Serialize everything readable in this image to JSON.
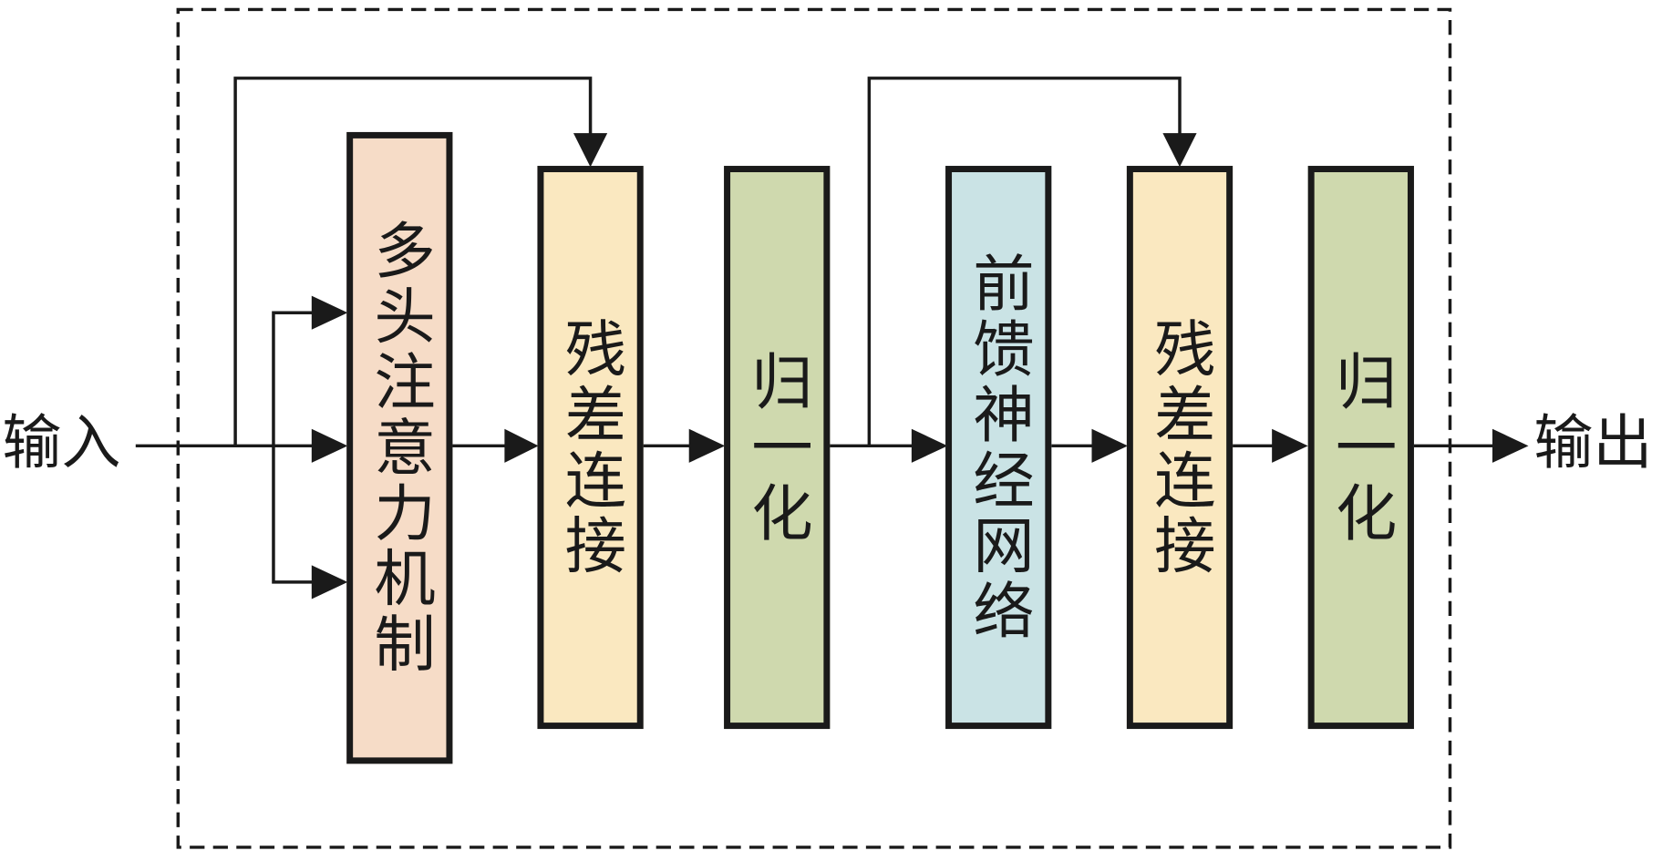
{
  "diagram": {
    "title": "Transformer encoder layer",
    "input_label": "输入",
    "output_label": "输出",
    "colors": {
      "attention": "#f6dcc7",
      "residual": "#fae8c0",
      "norm": "#cfd9ae",
      "ffn": "#cae3e5",
      "stroke": "#1a1a1a"
    },
    "blocks": [
      {
        "id": "mha",
        "label": "多头注意力机制",
        "kind": "attention"
      },
      {
        "id": "add1",
        "label": "残差连接",
        "kind": "residual"
      },
      {
        "id": "norm1",
        "label": "归一化",
        "kind": "norm"
      },
      {
        "id": "ffn",
        "label": "前馈神经网络",
        "kind": "ffn"
      },
      {
        "id": "add2",
        "label": "残差连接",
        "kind": "residual"
      },
      {
        "id": "norm2",
        "label": "归一化",
        "kind": "norm"
      }
    ],
    "connections": [
      {
        "from": "input",
        "to": "mha",
        "note": "three parallel inputs (Q, K, V)"
      },
      {
        "from": "mha",
        "to": "add1"
      },
      {
        "from": "input",
        "to": "add1",
        "note": "skip connection"
      },
      {
        "from": "add1",
        "to": "norm1"
      },
      {
        "from": "norm1",
        "to": "ffn"
      },
      {
        "from": "norm1",
        "to": "add2",
        "note": "skip connection"
      },
      {
        "from": "ffn",
        "to": "add2"
      },
      {
        "from": "add2",
        "to": "norm2"
      },
      {
        "from": "norm2",
        "to": "output"
      }
    ]
  }
}
